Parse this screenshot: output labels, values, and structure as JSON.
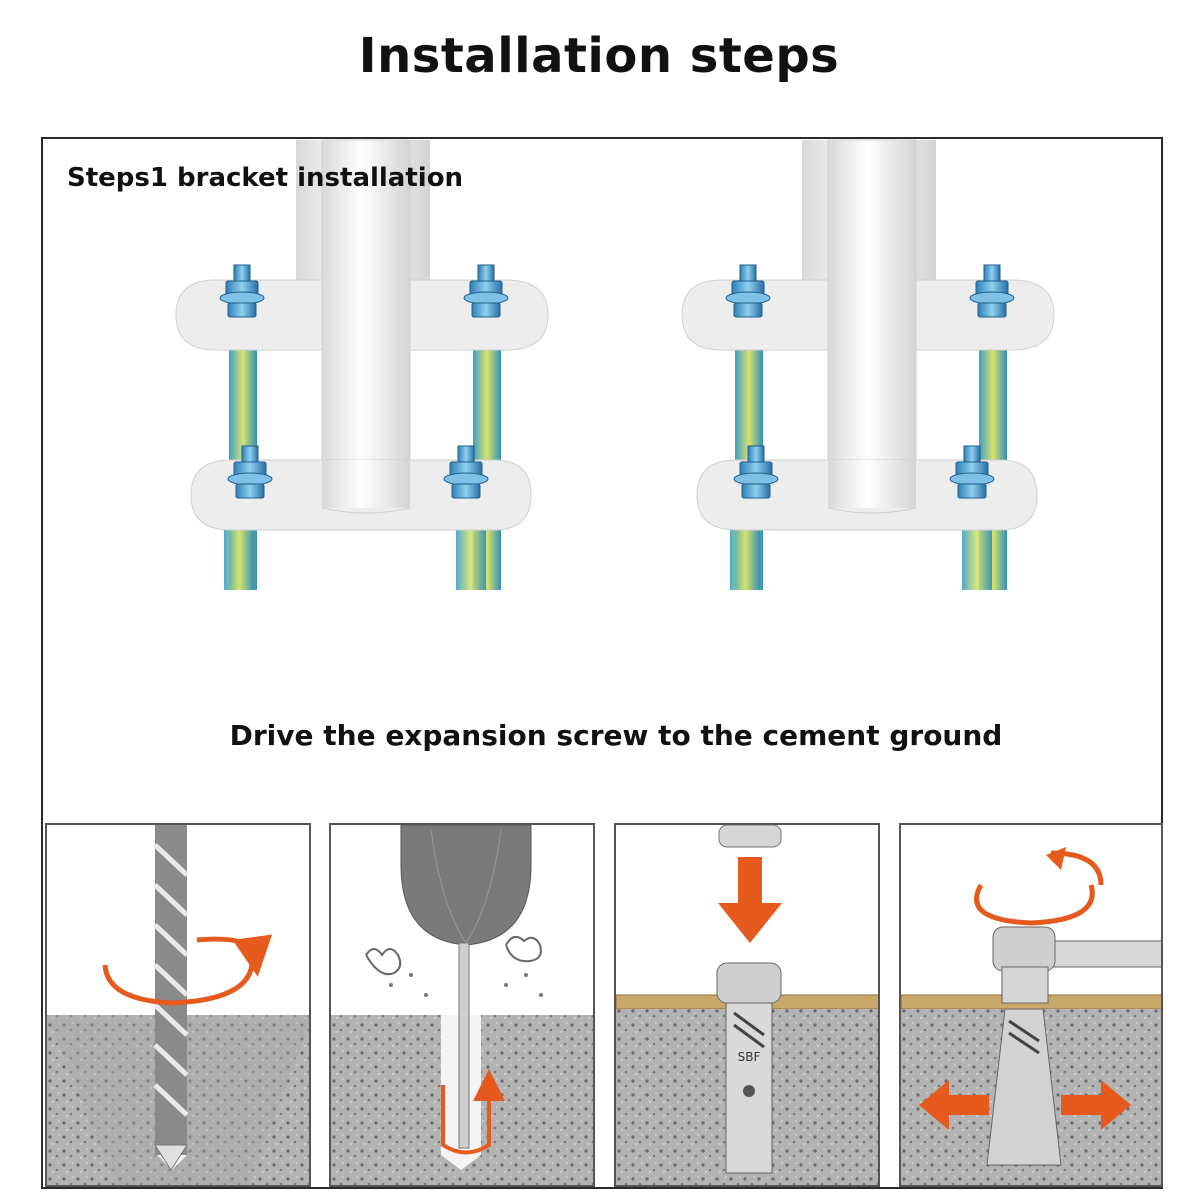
{
  "title": "Installation steps",
  "step1_label": "Steps1 bracket installation",
  "drive_label": "Drive the expansion screw to the cement ground",
  "panels": [
    {
      "name": "drill-hole",
      "icon": "drill-bit-icon"
    },
    {
      "name": "blow-out-dust",
      "icon": "air-blower-icon"
    },
    {
      "name": "hammer-in-anchor",
      "icon": "hammer-icon"
    },
    {
      "name": "tighten-bolt",
      "icon": "wrench-icon"
    }
  ],
  "anchor_mark": "SBF",
  "colors": {
    "arrow": "#e65a1e",
    "concrete": "#b9b9b9",
    "wood": "#c9a86a",
    "bracket": "#eeeeee",
    "bolt": "#3f8fc4"
  }
}
